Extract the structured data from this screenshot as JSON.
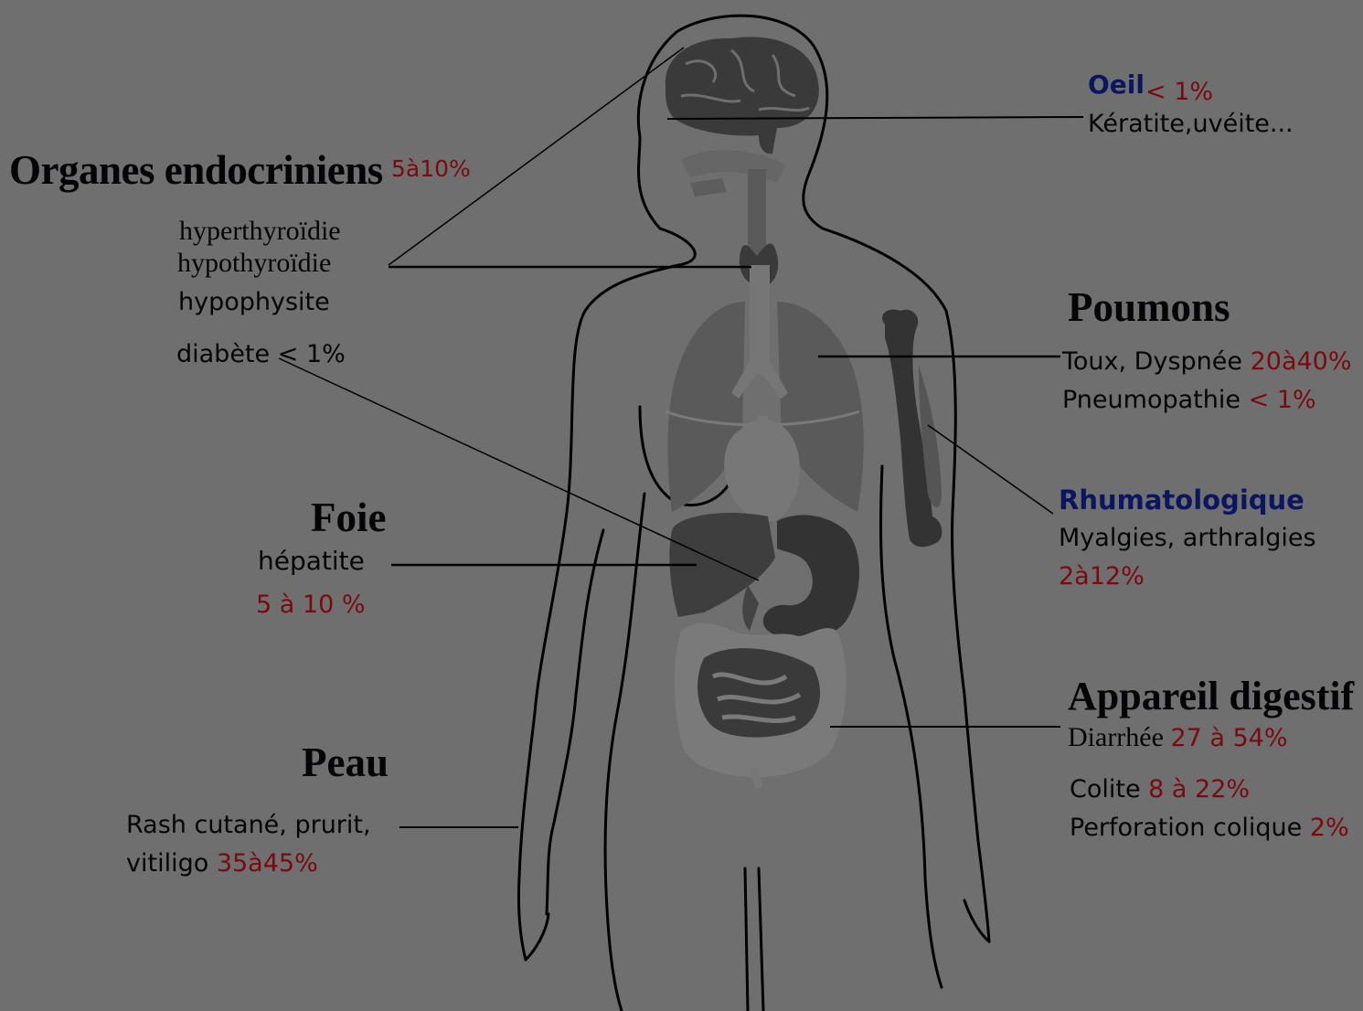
{
  "colors": {
    "background": "#6f6f6f",
    "text": "#050508",
    "percentage": "#7a0a10",
    "blue_heading": "#0b1660",
    "organ_dark": "#3c3c3c",
    "organ_mid": "#555555",
    "organ_light": "#7a7a7a"
  },
  "endocrine": {
    "title": "Organes endocriniens",
    "pct": "5à10%",
    "items": [
      "hyperthyroïdie",
      "hypothyroïdie",
      "hypophysite"
    ],
    "diabetes": "diabète",
    "diabetes_pct": "< 1%"
  },
  "liver": {
    "title": "Foie",
    "item": "hépatite",
    "pct": "5 à 10 %"
  },
  "skin": {
    "title": "Peau",
    "line1": "Rash cutané, prurit,",
    "line2": "vitiligo",
    "pct": "35à45%"
  },
  "eye": {
    "title": "Oeil",
    "pct": "< 1%",
    "item": "Kératite,uvéite..."
  },
  "lungs": {
    "title": "Poumons",
    "item1": "Toux, Dyspnée",
    "pct1": "20à40%",
    "item2": "Pneumopathie",
    "pct2": "< 1%"
  },
  "rheum": {
    "title": "Rhumatologique",
    "item": "Myalgies, arthralgies",
    "pct": "2à12%"
  },
  "digestive": {
    "title": "Appareil digestif",
    "item1": "Diarrhée",
    "pct1": "27 à 54%",
    "item2": "Colite",
    "pct2": "8 à 22%",
    "item3": "Perforation colique",
    "pct3": "2%"
  },
  "icons": [
    "body-outline",
    "brain-icon",
    "thyroid-icon",
    "lungs-icon",
    "heart-icon",
    "liver-icon",
    "stomach-icon",
    "intestine-icon",
    "arm-bone-icon"
  ]
}
